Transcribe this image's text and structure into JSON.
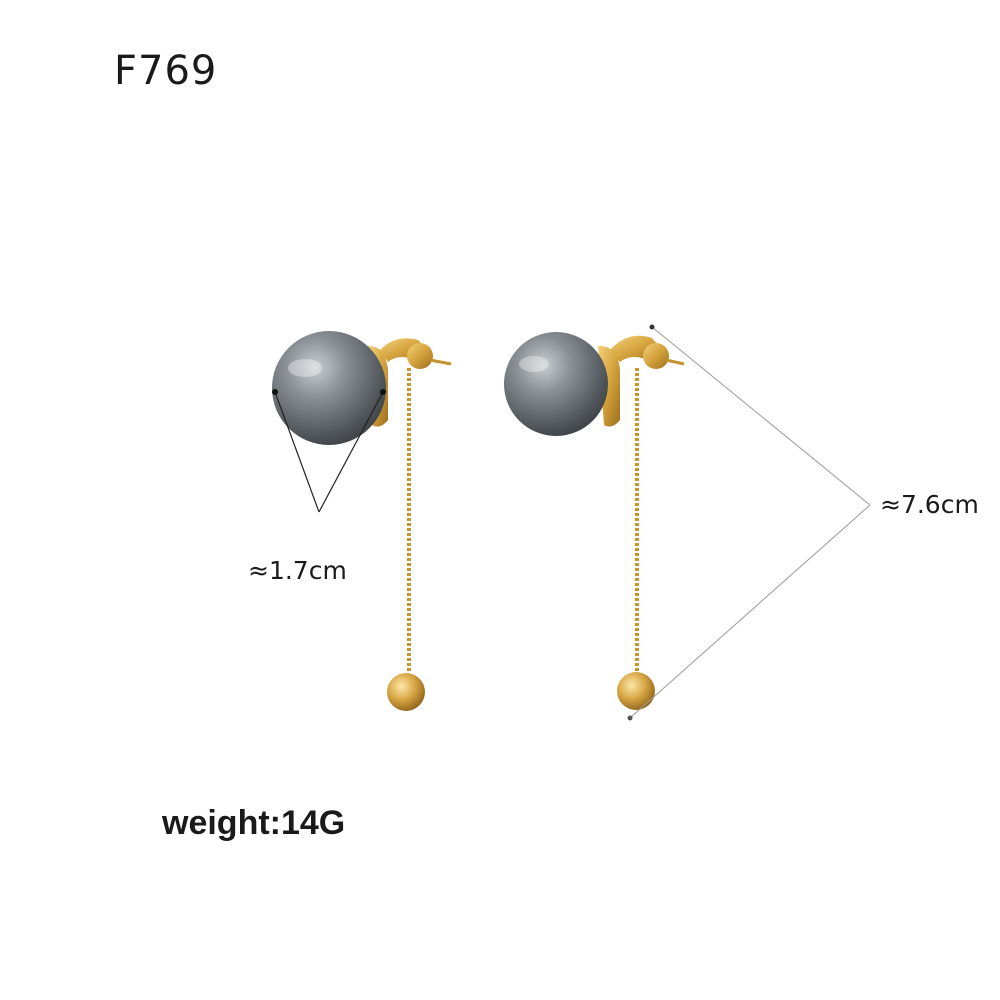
{
  "product": {
    "code": "F769",
    "weight_label": "weight:14G"
  },
  "measurements": {
    "pearl_diameter": "≈1.7cm",
    "total_length": "≈7.6cm"
  },
  "colors": {
    "pearl": "#6f7479",
    "gold": "#d4a23c",
    "dimension_line": "#9a9a9a",
    "text": "#1a1a1a"
  }
}
